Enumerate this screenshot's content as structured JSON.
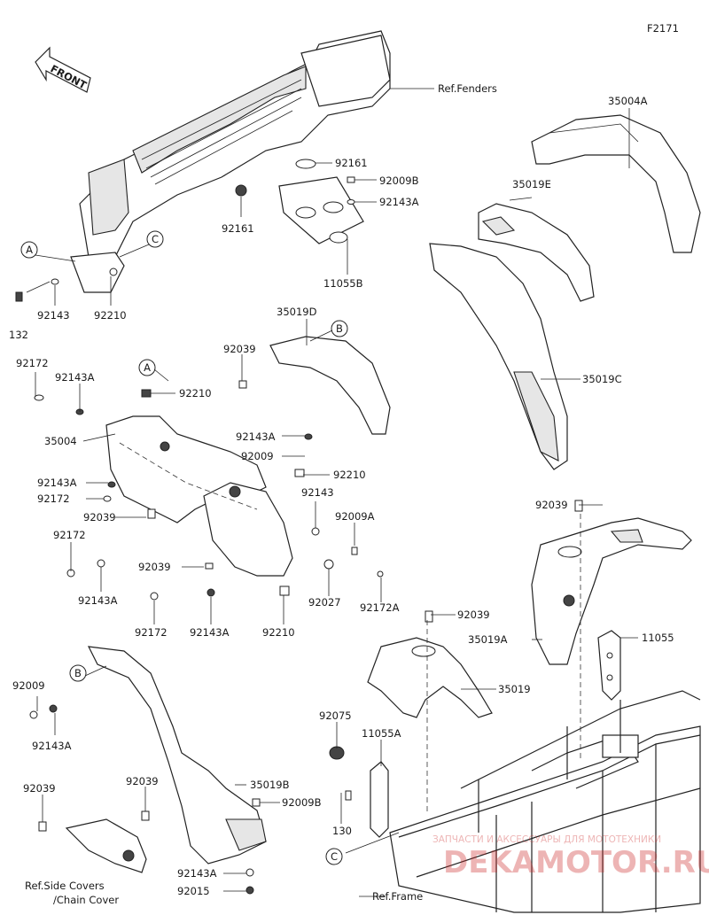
{
  "figure_code": "F2171",
  "front_arrow_label": "FRONT",
  "refs": {
    "fenders": "Ref.Fenders",
    "side_covers": "Ref.Side Covers\n/Chain Cover",
    "frame": "Ref.Frame"
  },
  "callouts": [
    "A",
    "C",
    "A",
    "B",
    "B",
    "C"
  ],
  "labels": [
    "92161",
    "92161",
    "92009B",
    "92143A",
    "11055B",
    "35004A",
    "35019E",
    "132",
    "92143",
    "92210",
    "35019D",
    "92039",
    "35019C",
    "92172",
    "92143A",
    "92210",
    "35004",
    "92143A",
    "92009",
    "92210",
    "92143A",
    "92172",
    "92143",
    "92039",
    "92009A",
    "92172",
    "92039",
    "92039",
    "92143A",
    "92027",
    "92172A",
    "92172",
    "92143A",
    "92210",
    "92039",
    "35019A",
    "11055",
    "35019",
    "92009",
    "92143A",
    "92075",
    "11055A",
    "92039",
    "92039",
    "35019B",
    "92009B",
    "130",
    "92143A",
    "92015"
  ],
  "watermark": {
    "line1": "ЗАПЧАСТИ И АКСЕССУАРЫ ДЛЯ МОТОТЕХНИКИ",
    "line2": "DEKAMOTOR.RU"
  }
}
